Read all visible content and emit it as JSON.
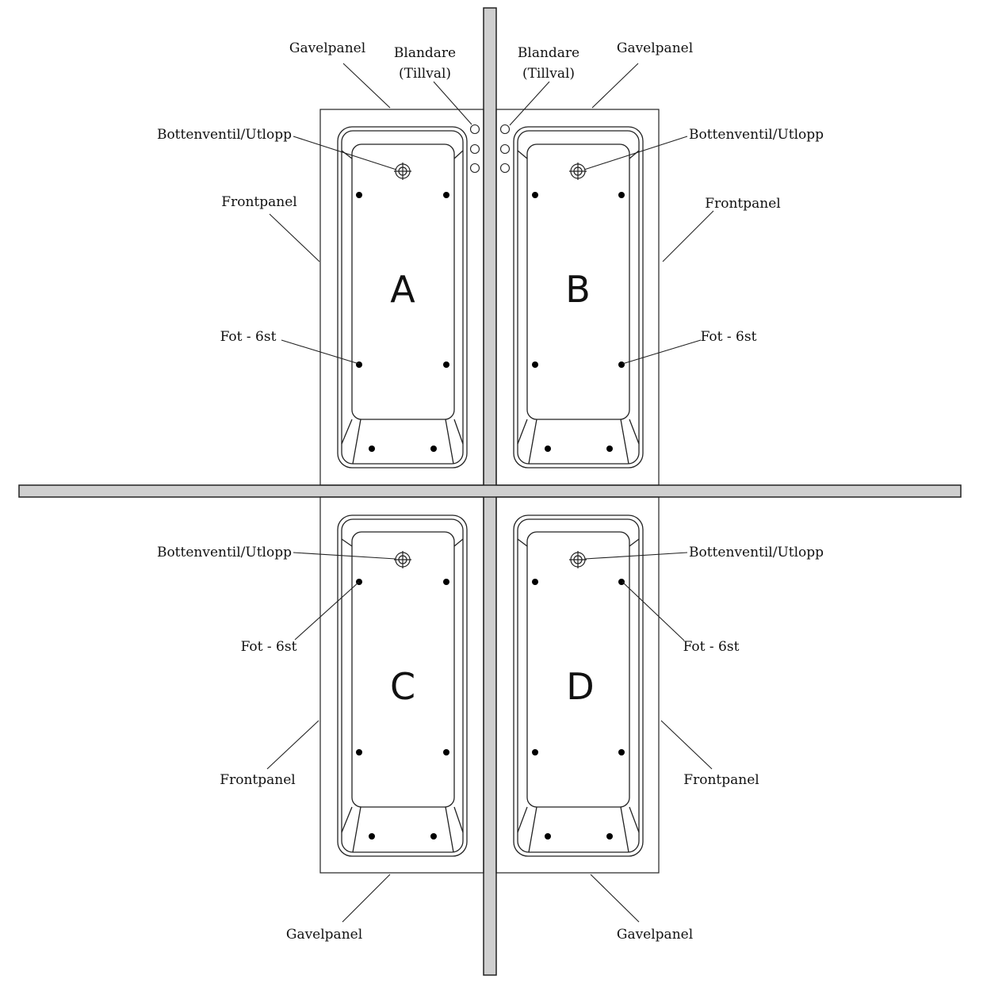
{
  "labels": {
    "end_panel": "Gavelpanel",
    "mixer_line1": "Blandare",
    "mixer_line2": "(Tillval)",
    "drain": "Bottenventil/Utlopp",
    "front_panel": "Frontpanel",
    "feet": "Fot - 6st"
  },
  "tubs": {
    "a": "A",
    "b": "B",
    "c": "C",
    "d": "D"
  },
  "colors": {
    "wall": "#cfcfcf",
    "line": "#222222",
    "feet": "#000000"
  }
}
